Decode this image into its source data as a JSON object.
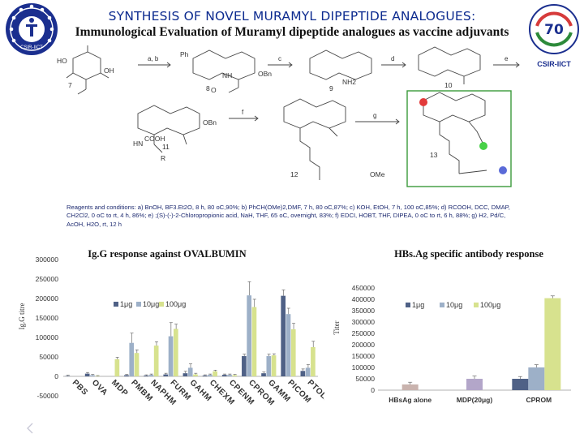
{
  "header": {
    "title": "SYNTHESIS OF  NOVEL MURAMYL DIPEPTIDE ANALOGUES:",
    "subtitle": "Immunological Evaluation of Muramyl dipeptide analogues as vaccine adjuvants",
    "right_logo_text": "CSIR-IICT",
    "left_logo_text": "CSIR-IICT"
  },
  "scheme": {
    "step_labels": [
      "a, b",
      "c",
      "d",
      "e",
      "f",
      "g"
    ],
    "compound_numbers": [
      "7",
      "8",
      "9",
      "10",
      "11",
      "12",
      "13"
    ],
    "fragments": [
      "HO",
      "OH",
      "Ph",
      "OBn",
      "NH",
      "NH2",
      "O",
      "R",
      "OBn",
      "HN",
      "COOH",
      "OMe"
    ]
  },
  "reagents": {
    "lines": [
      "Reagents and conditions: a) BnOH, BF3.Et2O, 8 h, 80 oC,90%; b) PhCH(OMe)2,DMF, 7 h, 80 oC,87%; c) KOH, EtOH, 7 h, 100 oC,85%; d) RCOOH, DCC, DMAP,",
      "CH2Cl2,  0 oC to rt, 4 h, 86%; e) ;(S)-(-)-2-Chloropropionic acid, NaH, THF, 65 oC, overnight, 83%; f) EDCI, HOBT, THF, DIPEA, 0 oC to rt, 6 h, 88%; g) H2, Pd/C,",
      "AcOH, H2O, rt, 12 h"
    ]
  },
  "chart_data": [
    {
      "type": "bar",
      "title": "Ig.G response against OVALBUMIN",
      "xlabel": "",
      "ylabel": "Ig.G titre",
      "ylim": [
        -50000,
        300000
      ],
      "yticks": [
        "300000",
        "250000",
        "200000",
        "150000",
        "100000",
        "50000",
        "0",
        "-50000"
      ],
      "categories": [
        "PBS",
        "OVA",
        "MDP",
        "PMBM",
        "NAPHM",
        "FURM",
        "GAHM",
        "CHEXM",
        "CPENM",
        "CPROM",
        "GAMM",
        "PICOM",
        "PTOLM"
      ],
      "series": [
        {
          "name": "1μg",
          "color": "#4f6186",
          "values": [
            1000,
            7000,
            0,
            3000,
            2000,
            5000,
            8000,
            2000,
            4000,
            52000,
            8000,
            207000,
            14000
          ]
        },
        {
          "name": "10μg",
          "color": "#9db0c8",
          "values": [
            0,
            3000,
            0,
            86000,
            4000,
            103000,
            22000,
            4000,
            4000,
            208000,
            52000,
            160000,
            22000
          ]
        },
        {
          "name": "100μg",
          "color": "#d7e28e",
          "values": [
            0,
            1000,
            44000,
            60000,
            79000,
            122000,
            5000,
            13000,
            3000,
            178000,
            54000,
            121000,
            75000
          ]
        }
      ],
      "errors": [
        [
          2000,
          3000,
          0,
          2000,
          2000,
          3000,
          5000,
          2000,
          2000,
          5000,
          3000,
          15000,
          5000
        ],
        [
          0,
          2000,
          0,
          25000,
          2000,
          35000,
          10000,
          2000,
          2000,
          35000,
          5000,
          15000,
          8000
        ],
        [
          0,
          1000,
          5000,
          8000,
          10000,
          12000,
          3000,
          3000,
          2000,
          20000,
          4000,
          15000,
          15000
        ]
      ],
      "legend": "top-left",
      "grid": false
    },
    {
      "type": "bar",
      "title": "HBs.Ag specific antibody response",
      "xlabel": "",
      "ylabel": "Titer",
      "ylim": [
        0,
        450000
      ],
      "yticks": [
        "450000",
        "400000",
        "350000",
        "300000",
        "250000",
        "200000",
        "150000",
        "100000",
        "50000",
        "0"
      ],
      "categories": [
        "HBsAg alone",
        "MDP(20μg)",
        "CPROM"
      ],
      "series": [
        {
          "name": "1μg",
          "color": "#4f6186",
          "values": [
            0,
            0,
            50000
          ]
        },
        {
          "name": "10μg",
          "color": "#9db0c8",
          "values": [
            0,
            0,
            100000
          ]
        },
        {
          "name": "100μg",
          "color": "#d7e28e",
          "values": [
            0,
            0,
            405000
          ]
        }
      ],
      "single_bars": [
        {
          "category": "HBsAg alone",
          "value": 25000,
          "color": "#c9b3ae",
          "error": 10000
        },
        {
          "category": "MDP(20μg)",
          "value": 50000,
          "color": "#b3a6c9",
          "error": 12000
        }
      ],
      "errors": [
        [
          0,
          0,
          10000
        ],
        [
          0,
          0,
          12000
        ],
        [
          0,
          0,
          10000
        ]
      ],
      "legend": "top",
      "grid": false
    }
  ],
  "colors": {
    "title_blue": "#0d2b8f",
    "green_box": "#3a9a3a",
    "red_ball": "#e23a3a",
    "green_ball": "#48d148",
    "blue_ball": "#5a6ad8"
  }
}
